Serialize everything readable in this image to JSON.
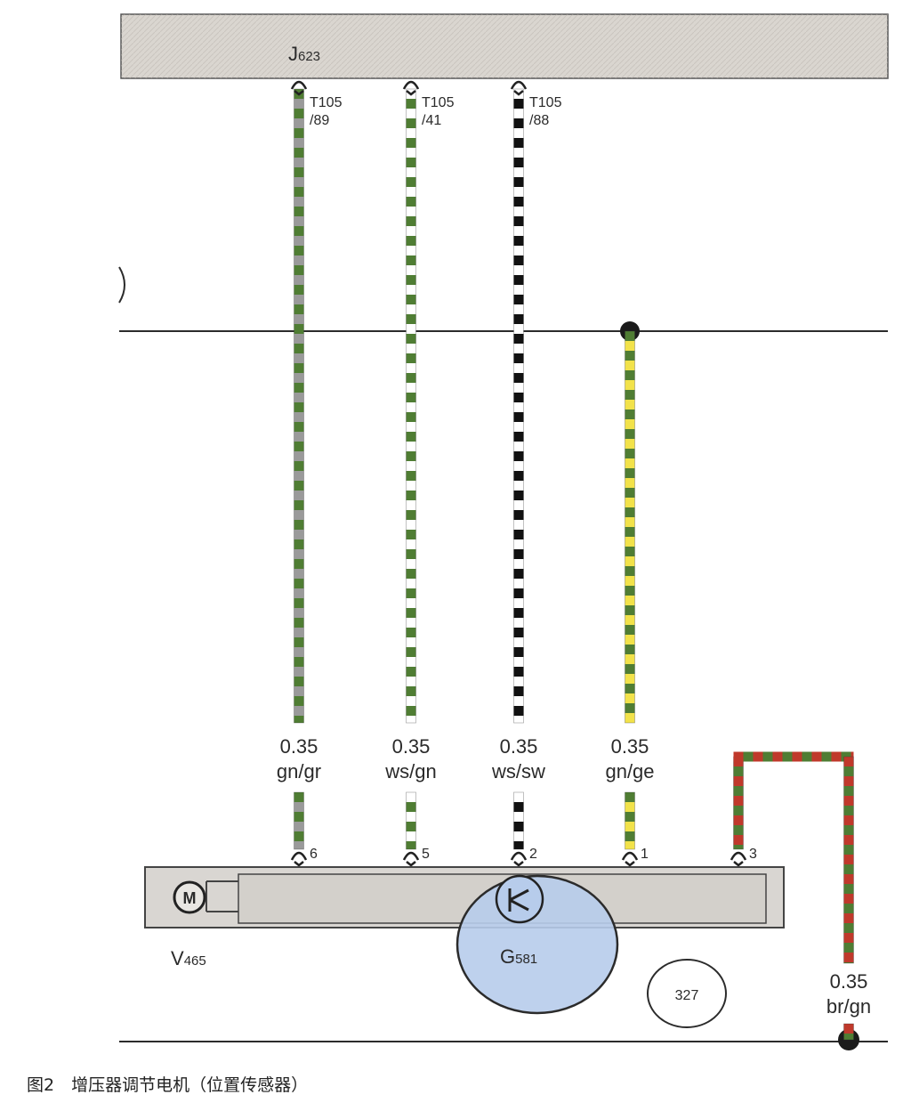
{
  "ecu": {
    "label": "J623",
    "label_main": "J",
    "label_sub": "623"
  },
  "wires": [
    {
      "connector_line1": "T105",
      "connector_line2": "/89",
      "size": "0.35",
      "color_code": "gn/gr",
      "pin": "6",
      "colors": [
        "#4f7d33",
        "#9a9a9a"
      ]
    },
    {
      "connector_line1": "T105",
      "connector_line2": "/41",
      "size": "0.35",
      "color_code": "ws/gn",
      "pin": "5",
      "colors": [
        "#ffffff",
        "#4f7d33"
      ]
    },
    {
      "connector_line1": "T105",
      "connector_line2": "/88",
      "size": "0.35",
      "color_code": "ws/sw",
      "pin": "2",
      "colors": [
        "#ffffff",
        "#111111"
      ]
    },
    {
      "connector_line1": "",
      "connector_line2": "",
      "size": "0.35",
      "color_code": "gn/ge",
      "pin": "1",
      "colors": [
        "#4f7d33",
        "#f2e24a"
      ]
    },
    {
      "connector_line1": "",
      "connector_line2": "",
      "size": "0.35",
      "color_code": "br/gn",
      "pin": "3",
      "colors": [
        "#c0392b",
        "#4f7d33"
      ]
    }
  ],
  "actuator": {
    "label": "V465",
    "label_main": "V",
    "label_sub": "465",
    "motor_symbol": "M",
    "motor_icon": "motor-icon"
  },
  "sensor": {
    "label": "G581",
    "label_main": "G",
    "label_sub": "581",
    "symbol_icon": "angle-sensor-icon"
  },
  "reference_number": "327",
  "caption": "图2　增压器调节电机（位置传感器）",
  "colors": {
    "ecu_bar": "#dad6d0",
    "actuator_body": "#d9d6d2",
    "sensor_fill": "#b7cceb",
    "line": "#2b2b2b"
  }
}
